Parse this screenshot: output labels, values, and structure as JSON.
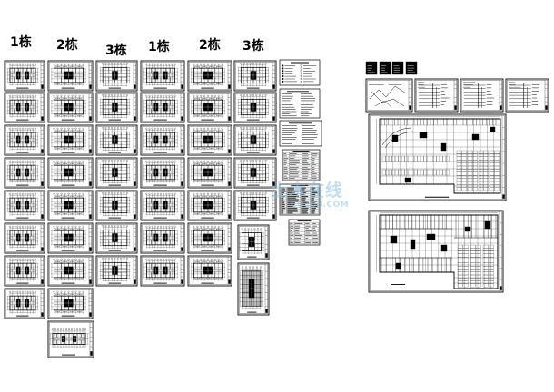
{
  "building_labels": [
    "1栋",
    "2栋",
    "3栋",
    "1栋",
    "2栋",
    "3栋"
  ],
  "watermark": {
    "cn": "土木在线",
    "en": "CO188.COM"
  },
  "colors": {
    "background": "#ffffff",
    "ink": "#000000",
    "watermark": "#8fc3e6"
  }
}
